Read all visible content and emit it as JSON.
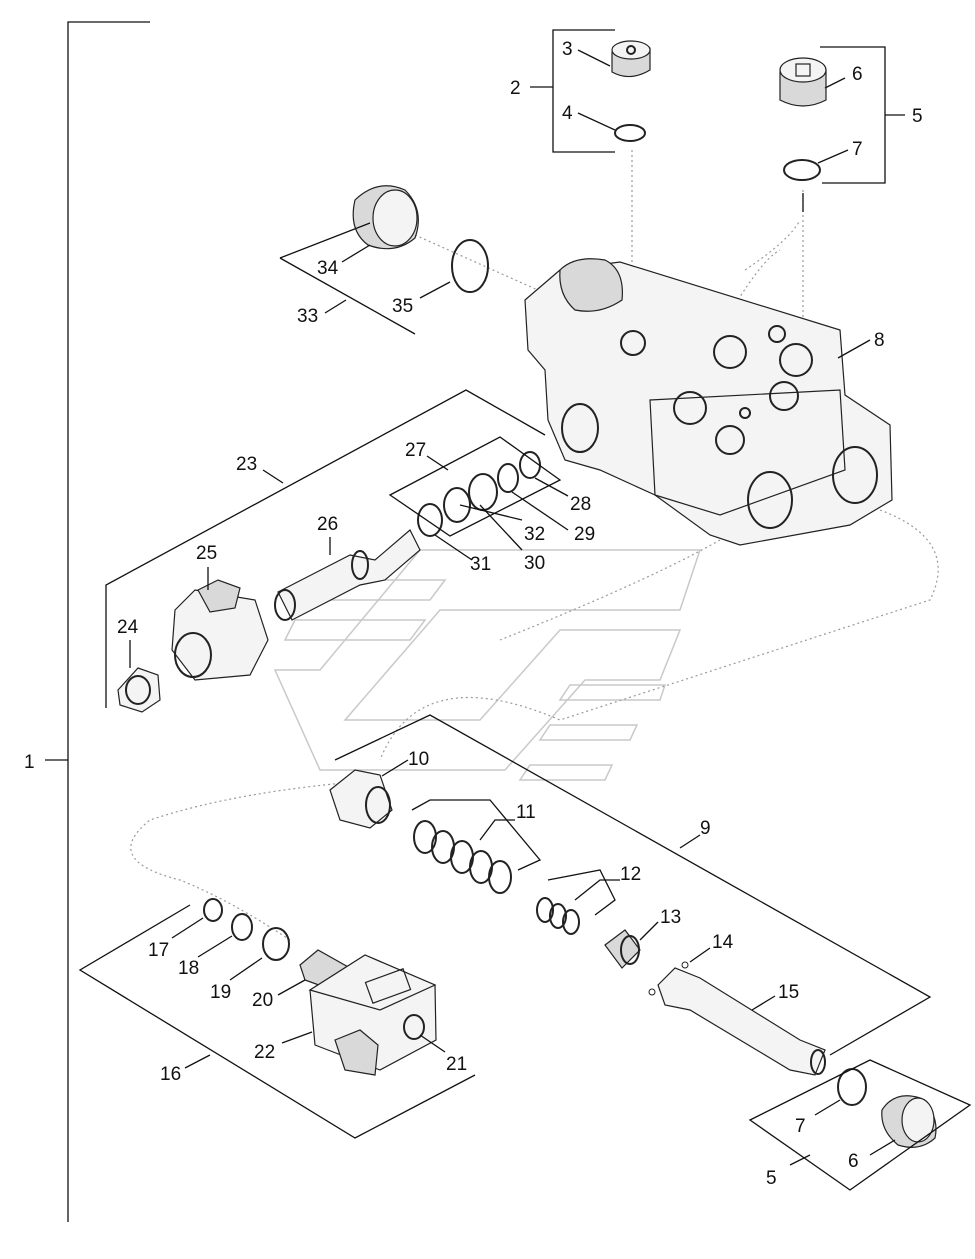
{
  "diagram": {
    "labels": [
      "1",
      "2",
      "3",
      "4",
      "5",
      "6",
      "7",
      "8",
      "9",
      "10",
      "11",
      "12",
      "13",
      "14",
      "15",
      "16",
      "17",
      "18",
      "19",
      "20",
      "21",
      "22",
      "23",
      "24",
      "25",
      "26",
      "27",
      "28",
      "29",
      "30",
      "31",
      "32",
      "33",
      "34",
      "35"
    ],
    "repeated_labels": [
      "5",
      "6",
      "7"
    ]
  }
}
